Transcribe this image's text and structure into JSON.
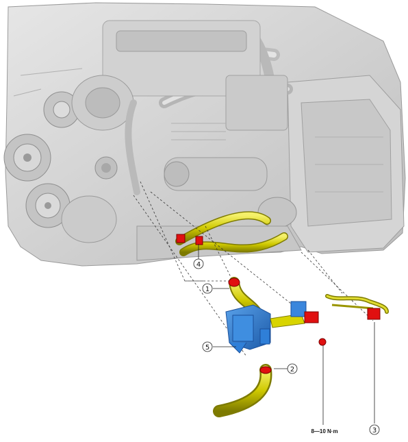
{
  "callouts": {
    "c1": "1",
    "c2": "2",
    "c3": "3",
    "c4": "4",
    "c5": "5"
  },
  "torque": {
    "value": "8—10 N·m"
  },
  "colors": {
    "engine_body": "#cfcfcf",
    "engine_shadow": "#a9a9a9",
    "engine_highlight": "#ececec",
    "hose_yellow": "#d8d400",
    "hose_dark": "#8a8600",
    "clamp_red": "#e01010",
    "valve_blue": "#2f7fd8",
    "valve_dark": "#1a4f9a",
    "leader_line": "#333333"
  }
}
